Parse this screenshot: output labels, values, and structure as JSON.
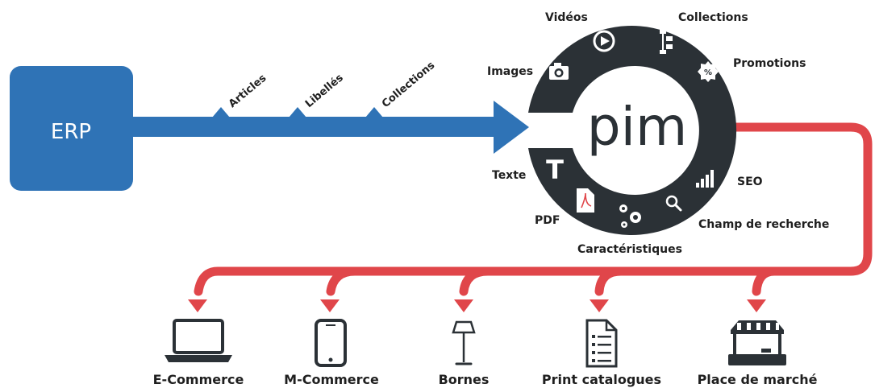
{
  "erp": {
    "label": "ERP",
    "color": "#2f73b6"
  },
  "flow_tags": [
    "Articles",
    "Libellés",
    "Collections"
  ],
  "pim": {
    "label": "pim",
    "ring_color": "#2b3136",
    "features": {
      "videos": "Vidéos",
      "collections": "Collections",
      "promotions": "Promotions",
      "images": "Images",
      "texte": "Texte",
      "seo": "SEO",
      "pdf": "PDF",
      "champ": "Champ de recherche",
      "caracteristiques": "Caractéristiques"
    }
  },
  "output_color": "#e0464a",
  "channels": {
    "ecommerce": "E-Commerce",
    "mcommerce": "M-Commerce",
    "bornes": "Bornes",
    "print": "Print catalogues",
    "place": "Place de marché"
  }
}
